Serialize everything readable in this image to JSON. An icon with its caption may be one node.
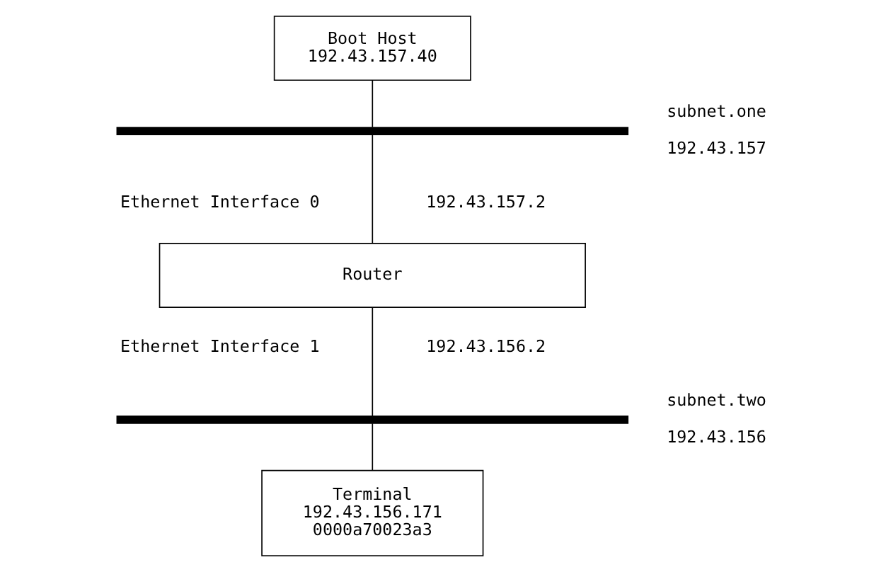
{
  "diagram": {
    "nodes": [
      {
        "text": [
          "Boot Host",
          "192.43.157.40"
        ]
      },
      {
        "text": [],
        "shape": "bar",
        "beside": [
          "subnet.one",
          "192.43.157"
        ]
      },
      {
        "text": [
          "Router"
        ]
      },
      {
        "text": [],
        "shape": "bar",
        "beside": [
          "subnet.two",
          "192.43.156"
        ]
      },
      {
        "text": [
          "Terminal",
          "192.43.156.171",
          "0000a70023a3"
        ]
      }
    ],
    "edges": [
      {
        "from": 0,
        "to": 1,
        "arrow": "none"
      },
      {
        "from": 1,
        "to": 2,
        "arrow": "none"
      },
      {
        "from": 2,
        "to": 3,
        "arrow": "none"
      },
      {
        "from": 3,
        "to": 4,
        "arrow": "none"
      }
    ],
    "labels": [
      "Ethernet Interface 0",
      "192.43.157.2",
      "Ethernet Interface 1",
      "192.43.156.2"
    ]
  }
}
